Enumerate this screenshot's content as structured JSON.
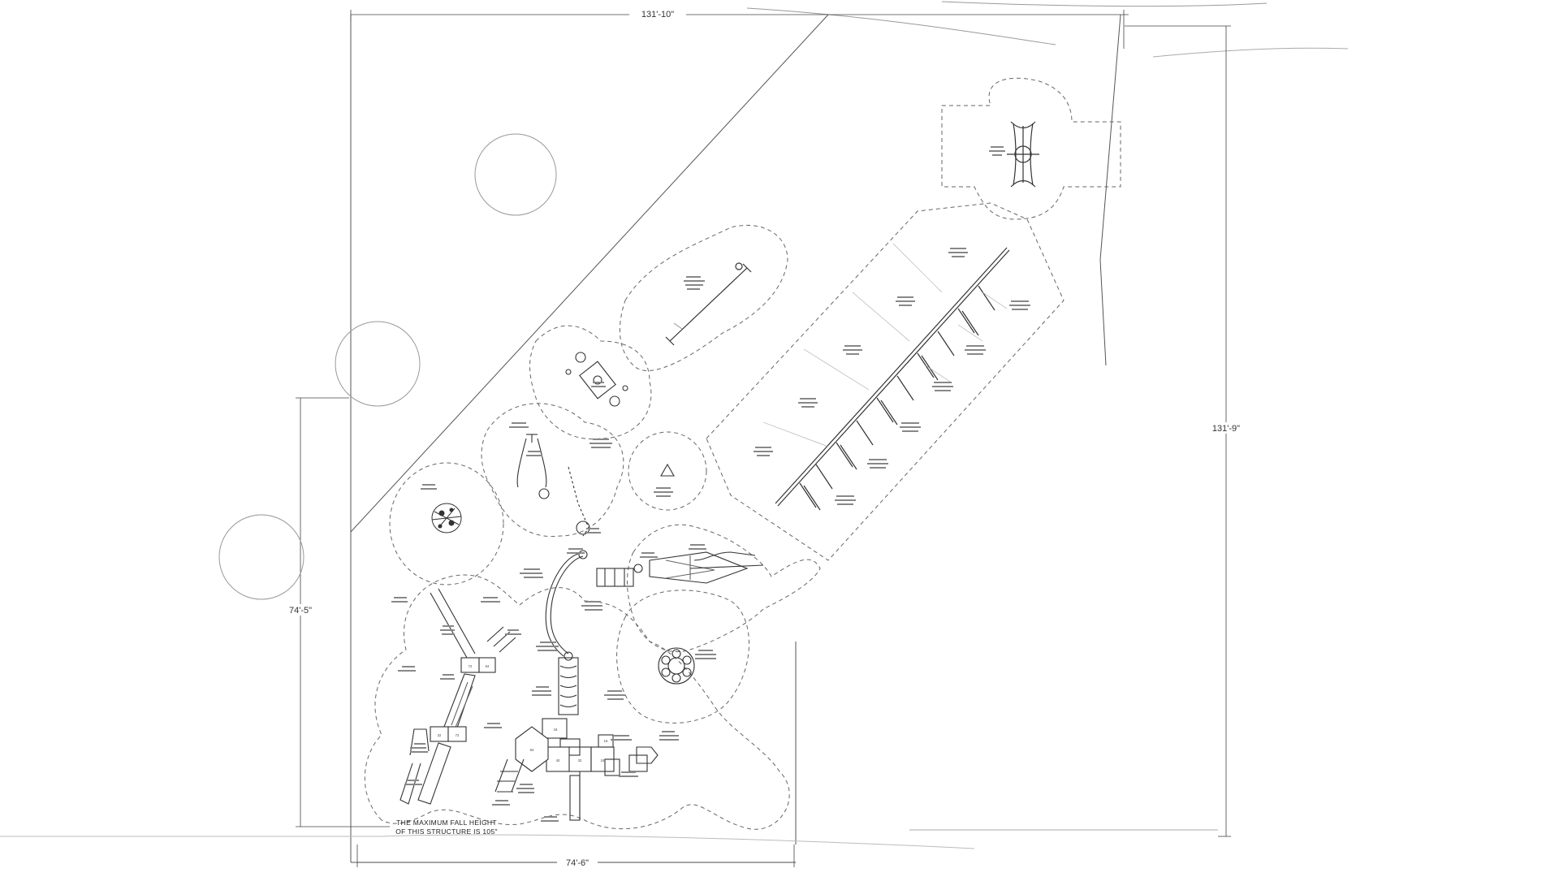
{
  "dimensions": {
    "top_width": "131'-10\"",
    "right_height": "131'-9\"",
    "left_height": "74'-5\"",
    "bottom_width": "74'-6\""
  },
  "notes": {
    "fall_height_line1": "THE MAXIMUM FALL HEIGHT",
    "fall_height_line2": "OF THIS STRUCTURE IS 105\""
  },
  "deck_heights": {
    "d1": "72",
    "d2": "64",
    "d3": "32",
    "d4": "72",
    "d5": "64",
    "d6": "18",
    "d7": "40",
    "d8": "32",
    "d9": "24",
    "d10": "16"
  },
  "colors": {
    "line": "#3a3a3a",
    "dashed": "#7a7a7a",
    "light": "#b5b5b5"
  }
}
